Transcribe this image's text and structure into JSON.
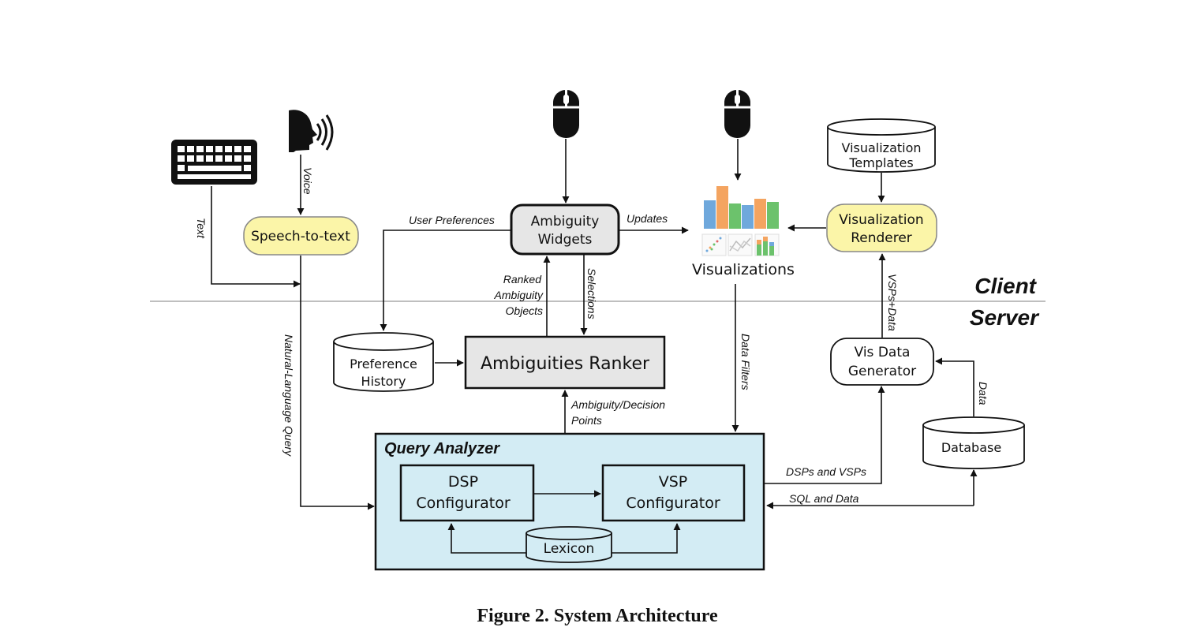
{
  "diagram": {
    "nodes": {
      "speech_to_text": "Speech-to-text",
      "ambiguity_widgets": [
        "Ambiguity",
        "Widgets"
      ],
      "visualizations": "Visualizations",
      "visualization_templates": [
        "Visualization",
        "Templates"
      ],
      "visualization_renderer": [
        "Visualization",
        "Renderer"
      ],
      "preference_history": [
        "Preference",
        "History"
      ],
      "ambiguities_ranker": "Ambiguities Ranker",
      "vis_data_generator": [
        "Vis Data",
        "Generator"
      ],
      "database": "Database",
      "query_analyzer": "Query Analyzer",
      "dsp_configurator": [
        "DSP",
        "Configurator"
      ],
      "vsp_configurator": [
        "VSP",
        "Configurator"
      ],
      "lexicon": "Lexicon"
    },
    "edge_labels": {
      "voice": "Voice",
      "text": "Text",
      "user_preferences": "User Preferences",
      "updates": "Updates",
      "ranked_ambiguity_objects": [
        "Ranked",
        "Ambiguity",
        "Objects"
      ],
      "selections": "Selections",
      "natural_language_query": "Natural-Language Query",
      "data_filters": "Data Filters",
      "vsps_data": "VSPs+Data",
      "data": "Data",
      "ambiguity_decision_points": [
        "Ambiguity/Decision",
        "Points"
      ],
      "dsps_and_vsps": "DSPs and VSPs",
      "sql_and_data": "SQL and Data"
    },
    "zones": {
      "client": "Client",
      "server": "Server"
    },
    "icons": [
      "keyboard-icon",
      "speaking-head-icon",
      "mouse-icon",
      "bar-chart-icon"
    ],
    "colors": {
      "highlight_node": "#fbf5a8",
      "ranker_fill": "#e6e6e6",
      "query_analyzer_fill": "#d3ecf4",
      "bar_blue": "#6fa8dc",
      "bar_orange": "#f4a460",
      "bar_green": "#6cc26c"
    }
  },
  "caption": "Figure 2. System Architecture"
}
